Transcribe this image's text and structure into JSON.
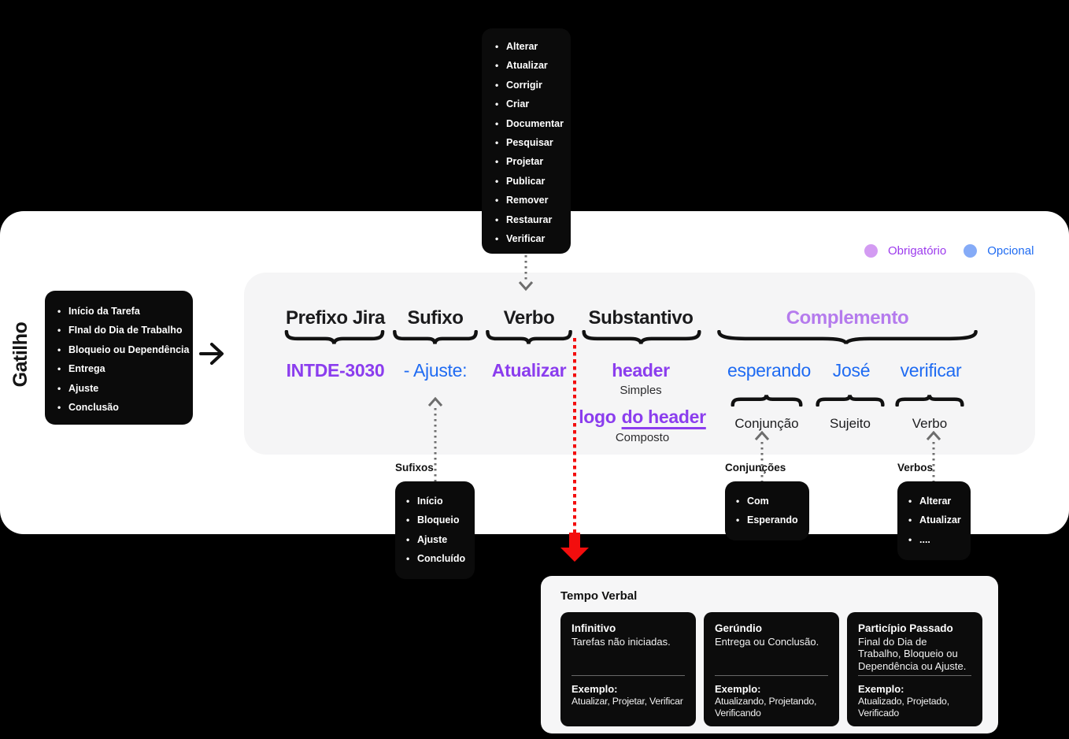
{
  "colors": {
    "required_purple": "#8b3dee",
    "complement_light_purple": "#b57bed",
    "optional_blue": "#1f6bf2",
    "legend_dot_purple": "#d39bf2",
    "legend_dot_blue": "#85abf7",
    "highlight_red": "#f30d0d"
  },
  "verbs_popup": {
    "items": [
      "Alterar",
      "Atualizar",
      "Corrigir",
      "Criar",
      "Documentar",
      "Pesquisar",
      "Projetar",
      "Publicar",
      "Remover",
      "Restaurar",
      "Verificar"
    ]
  },
  "trigger": {
    "title": "Gatilho",
    "items": [
      "Início da Tarefa",
      "FInal do Dia de Trabalho",
      "Bloqueio ou Dependência",
      "Entrega",
      "Ajuste",
      "Conclusão"
    ]
  },
  "legend": {
    "required": "Obrigatório",
    "optional": "Opcional"
  },
  "sentence": {
    "prefix_header": "Prefixo Jira",
    "prefix_value": "INTDE-3030",
    "suffix_header": "Sufixo",
    "suffix_value": "- Ajuste:",
    "verb_header": "Verbo",
    "verb_value": "Atualizar",
    "noun_header": "Substantivo",
    "noun_simple_value": "header",
    "noun_simple_label": "Simples",
    "noun_comp_plain": "logo",
    "noun_comp_underlined": "do header",
    "noun_comp_label": "Composto",
    "complement_header": "Complemento",
    "complement_parts": [
      {
        "value": "esperando",
        "role": "Conjunção"
      },
      {
        "value": "José",
        "role": "Sujeito"
      },
      {
        "value": "verificar",
        "role": "Verbo"
      }
    ]
  },
  "callouts": {
    "suffixes": {
      "label": "Sufixos",
      "items": [
        "Início",
        "Bloqueio",
        "Ajuste",
        "Concluído"
      ]
    },
    "conjunctions": {
      "label": "Conjunções",
      "items": [
        "Com",
        "Esperando"
      ]
    },
    "verbs": {
      "label": "Verbos",
      "items": [
        "Alterar",
        "Atualizar",
        "...."
      ]
    }
  },
  "tense_panel": {
    "title": "Tempo Verbal",
    "cards": [
      {
        "title": "Infinitivo",
        "description": "Tarefas não iniciadas.",
        "example_label": "Exemplo:",
        "examples": "Atualizar, Projetar, Verificar"
      },
      {
        "title": "Gerúndio",
        "description": "Entrega ou Conclusão.",
        "example_label": "Exemplo:",
        "examples": "Atualizando, Projetando, Verificando"
      },
      {
        "title": "Particípio Passado",
        "description": "Final do Dia de Trabalho, Bloqueio ou Dependência ou Ajuste.",
        "example_label": "Exemplo:",
        "examples": "Atualizado, Projetado, Verificado"
      }
    ]
  }
}
